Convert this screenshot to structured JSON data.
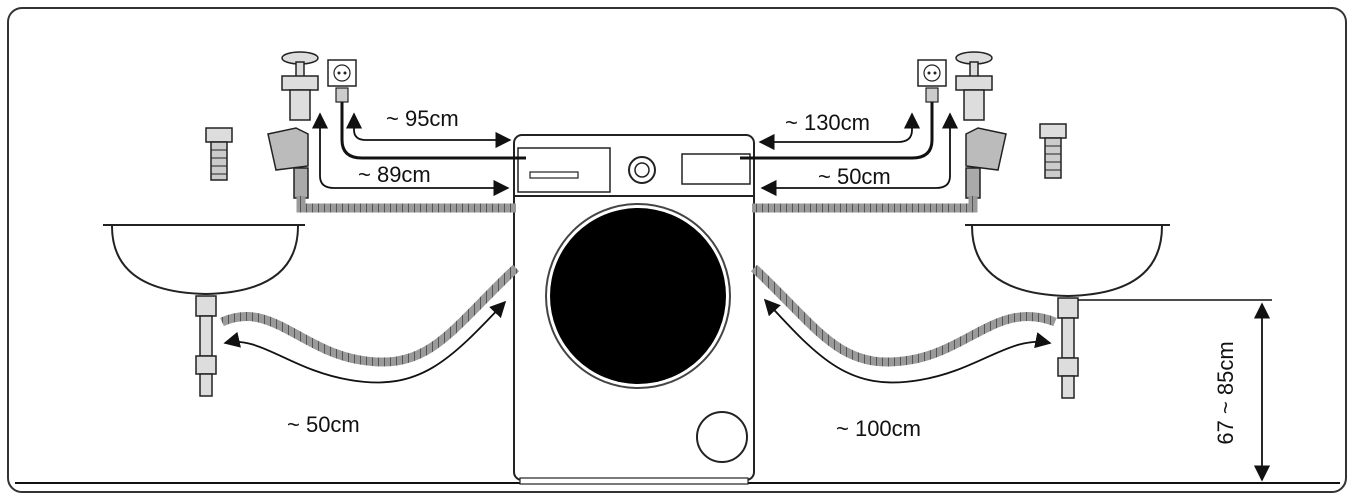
{
  "labels": {
    "top_left_upper": "~ 95cm",
    "top_left_lower": "~ 89cm",
    "top_right_upper": "~ 130cm",
    "top_right_lower": "~ 50cm",
    "bottom_left": "~ 50cm",
    "bottom_right": "~ 100cm",
    "height_range": "67 ~ 85cm"
  },
  "colors": {
    "line": "#111111",
    "hose": "#8a8a8a",
    "frame": "#333333",
    "fill_dark": "#000000",
    "background": "#ffffff"
  }
}
